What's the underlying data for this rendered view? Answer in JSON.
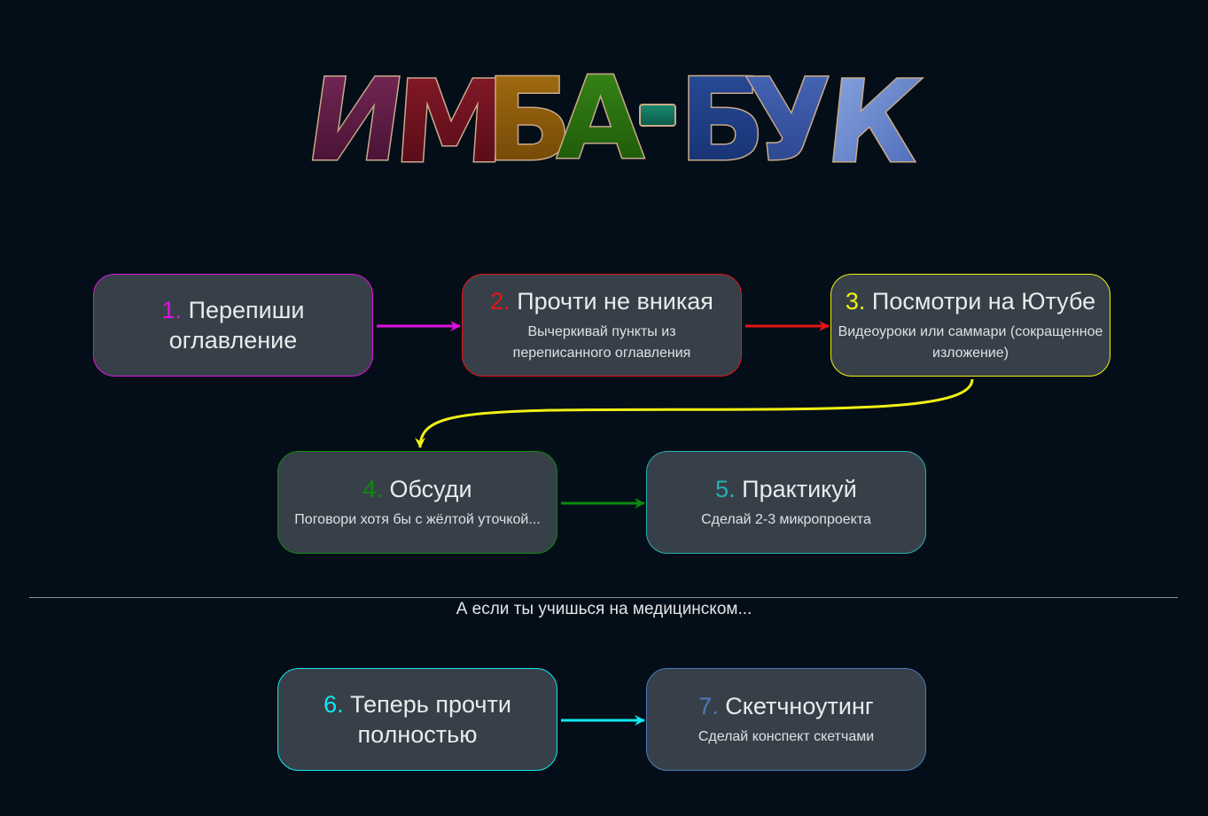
{
  "logo": {
    "text": "ИМБА-БУК",
    "letters": [
      "И",
      "М",
      "Б",
      "А",
      "-",
      "Б",
      "У",
      "К"
    ]
  },
  "steps": [
    {
      "number": "1.",
      "title": "Перепиши оглавление",
      "subtitle": "",
      "color": "#e010e0"
    },
    {
      "number": "2.",
      "title": "Прочти не вникая",
      "subtitle": "Вычеркивай пункты из переписанного оглавления",
      "color": "#e81414"
    },
    {
      "number": "3.",
      "title": "Посмотри на Ютубе",
      "subtitle": "Видеоуроки или саммари (сокращенное изложение)",
      "color": "#f0f014"
    },
    {
      "number": "4.",
      "title": "Обсуди",
      "subtitle": "Поговори хотя бы с жёлтой уточкой...",
      "color": "#0c8a0c"
    },
    {
      "number": "5.",
      "title": "Практикуй",
      "subtitle": "Сделай 2-3 микропроекта",
      "color": "#26b0b0"
    },
    {
      "number": "6.",
      "title": "Теперь прочти полностью",
      "subtitle": "",
      "color": "#10e8f0"
    },
    {
      "number": "7.",
      "title": "Скетчноутинг",
      "subtitle": "Сделай конспект скетчами",
      "color": "#4a7ab8"
    }
  ],
  "divider_caption": "А если ты учишься на медицинском...",
  "colors": {
    "background": "#040e18",
    "node_fill": "#374049",
    "logo_letters": [
      "#5a1640",
      "#6e1420",
      "#8a5a08",
      "#2a6e0e",
      "#0e6a5a",
      "#1e3e8a",
      "#3a5aa8",
      "#6a8ad0"
    ]
  }
}
